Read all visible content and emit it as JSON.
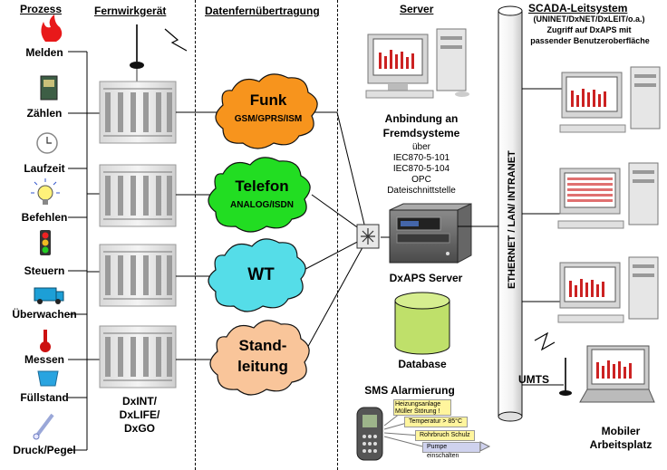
{
  "headers": {
    "process": "Prozess",
    "device": "Fernwirkgerät",
    "transfer": "Datenfernübertragung",
    "server": "Server",
    "scada": "SCADA-Leitsystem",
    "scada_sub1": "(UNINET/DxNET/DxLEIT/o.a.)",
    "scada_sub2": "Zugriff auf DxAPS mit",
    "scada_sub3": "passender Benutzeroberfläche"
  },
  "process_items": [
    {
      "label": "Melden",
      "icon": "flame-icon"
    },
    {
      "label": "Zählen",
      "icon": "meter-icon"
    },
    {
      "label": "Laufzeit",
      "icon": "clock-icon"
    },
    {
      "label": "Befehlen",
      "icon": "lightbulb-icon"
    },
    {
      "label": "Steuern",
      "icon": "traffic-light-icon"
    },
    {
      "label": "Überwachen",
      "icon": "truck-icon"
    },
    {
      "label": "Messen",
      "icon": "thermometer-icon"
    },
    {
      "label": "Füllstand",
      "icon": "tank-icon"
    },
    {
      "label": "Druck/Pegel",
      "icon": "pressure-probe-icon"
    }
  ],
  "device_label": [
    "DxINT/",
    "DxLIFE/",
    "DxGO"
  ],
  "channels": [
    {
      "line1": "Funk",
      "line2": "GSM/GPRS/ISM",
      "color": "#f7941d"
    },
    {
      "line1": "Telefon",
      "line2": "ANALOG/ISDN",
      "color": "#22dd22"
    },
    {
      "line1": "WT",
      "line2": "",
      "color": "#55dde8"
    },
    {
      "line1": "Stand-",
      "line2": "leitung",
      "color": "#f9c59a"
    }
  ],
  "server_block": {
    "title1": "Anbindung an",
    "title2": "Fremdsysteme",
    "items": [
      "über",
      "IEC870-5-101",
      "IEC870-5-104",
      "OPC",
      "Dateischnittstelle"
    ],
    "dxaps_label": "DxAPS Server",
    "database_label": "Database"
  },
  "network_label": "ETHERNET / LAN/ INTRANET",
  "sms": {
    "title": "SMS Alarmierung",
    "messages": [
      "Heizungsanlage Müller Störung !",
      "Temperatur > 85°C",
      "Rohrbruch Schulz",
      "Pumpe einschalten"
    ]
  },
  "umts_label": "UMTS",
  "mobile_label1": "Mobiler",
  "mobile_label2": "Arbeitsplatz",
  "colors": {
    "database": "#bfe06a",
    "sms_bubble": "#fff59d",
    "sms_arrow": "#cfd2ee"
  }
}
